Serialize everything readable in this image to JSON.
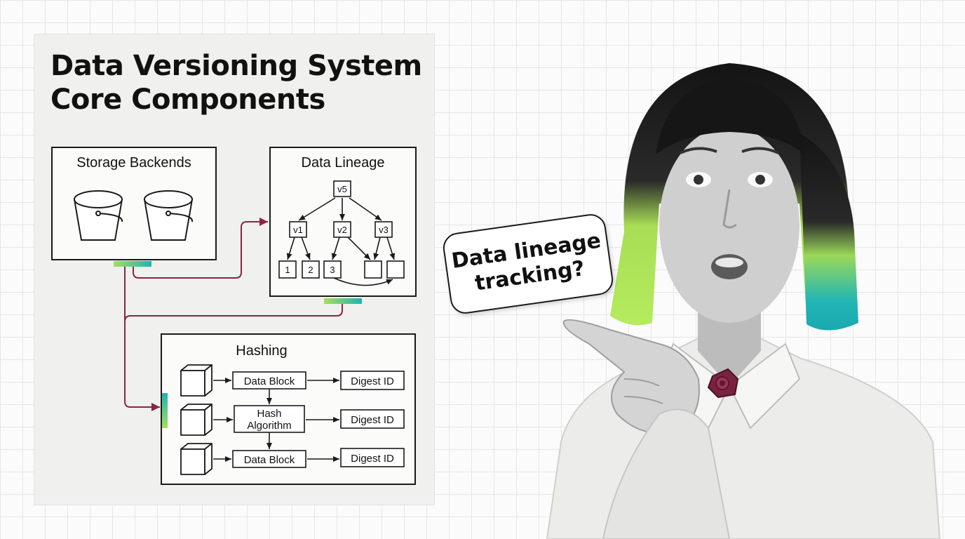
{
  "title": {
    "line1": "Data Versioning System",
    "line2": "Core Components"
  },
  "storage": {
    "title": "Storage Backends",
    "icons": [
      "bucket-icon",
      "bucket-icon"
    ]
  },
  "lineage": {
    "title": "Data Lineage",
    "root": "v5",
    "versions": [
      "v1",
      "v2",
      "v3"
    ],
    "leaves": [
      "1",
      "2",
      "3",
      "",
      ""
    ]
  },
  "hashing": {
    "title": "Hashing",
    "data_block_1": "Data Block",
    "hash_algorithm_line1": "Hash",
    "hash_algorithm_line2": "Algorithm",
    "data_block_2": "Data Block",
    "digest_ids": [
      "Digest ID",
      "Digest ID",
      "Digest ID"
    ],
    "block_icons": [
      "cube-icon",
      "cube-icon",
      "cube-icon"
    ]
  },
  "speech_bubble": {
    "line1": "Data lineage",
    "line2": "tracking?"
  },
  "colors": {
    "connector": "#8a2445",
    "accent_green": "#a4e05a",
    "accent_teal": "#1fb3b3",
    "rose_pin": "#7a2340"
  }
}
